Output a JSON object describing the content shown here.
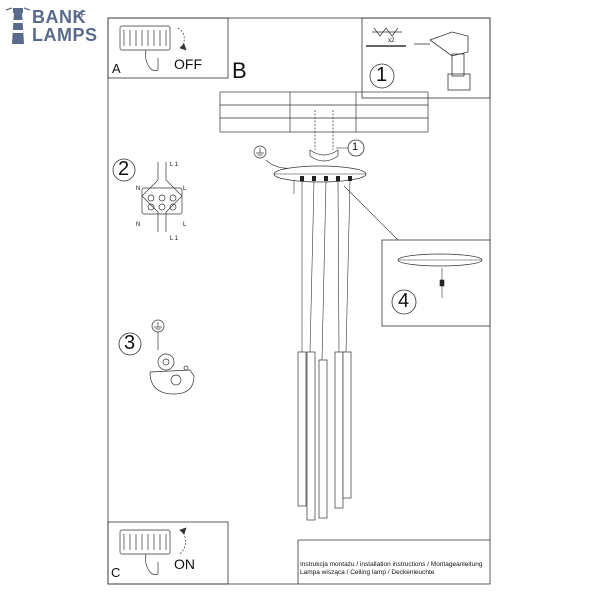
{
  "brand": {
    "word1": "BANK",
    "word2": "OF",
    "word3": "LAMPS",
    "color": "#5a6a8c"
  },
  "panels": {
    "a": {
      "letter": "A",
      "state": "OFF"
    },
    "b": {
      "letter": "B"
    },
    "c": {
      "letter": "C",
      "state": "ON"
    }
  },
  "steps": {
    "s1": "1",
    "s2": "2",
    "s3": "3",
    "s4": "4",
    "callout1": "1"
  },
  "kit": {
    "quantity": "x2"
  },
  "wiring": {
    "l1_top": "L 1",
    "n_left": "N",
    "l_right": "L",
    "n_left2": "N",
    "l_right2": "L",
    "l1_bottom": "L 1"
  },
  "footer": {
    "line1": "Instrukcja montażu / installation instructions / Montageanleitung",
    "line2": "Lampa wisząca / Ceiling lamp / Deckenleuchte"
  }
}
